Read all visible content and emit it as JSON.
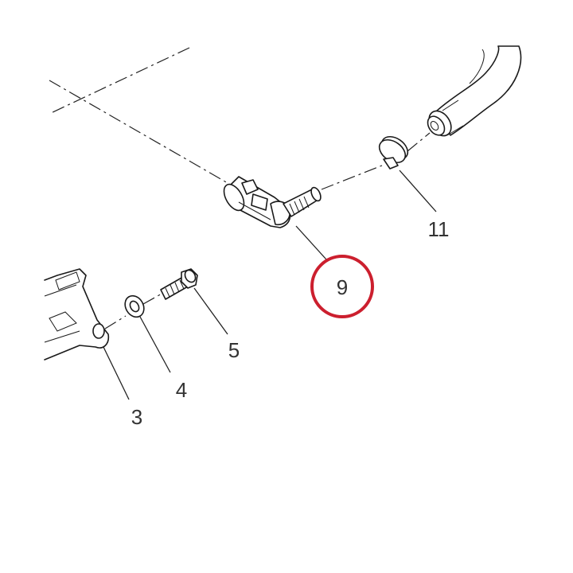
{
  "diagram": {
    "callouts": [
      {
        "id": "callout-9",
        "label": "9",
        "highlighted": true
      },
      {
        "id": "callout-11",
        "label": "11",
        "highlighted": false
      },
      {
        "id": "callout-5",
        "label": "5",
        "highlighted": false
      },
      {
        "id": "callout-4",
        "label": "4",
        "highlighted": false
      },
      {
        "id": "callout-3",
        "label": "3",
        "highlighted": false
      }
    ],
    "colors": {
      "line": "#222222",
      "text": "#333333",
      "highlight": "#cc1f2e",
      "background": "#ffffff"
    },
    "parts": [
      {
        "id": "hose",
        "icon": "hose-icon"
      },
      {
        "id": "hose-clamp",
        "icon": "clamp-icon"
      },
      {
        "id": "elbow-connector",
        "icon": "elbow-connector-icon"
      },
      {
        "id": "bracket",
        "icon": "bracket-icon"
      },
      {
        "id": "washer",
        "icon": "washer-icon"
      },
      {
        "id": "bolt",
        "icon": "bolt-icon"
      }
    ]
  }
}
